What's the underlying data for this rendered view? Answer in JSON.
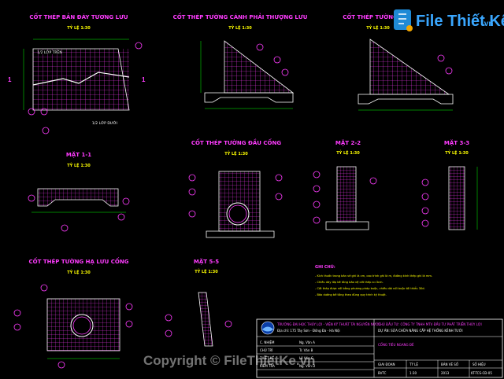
{
  "sections": {
    "s1": {
      "title": "CỐT THÉP BẢN ĐÁY TƯƠNG LƯU",
      "scale": "TỶ LỆ 1:30",
      "label_top": "1/2 LỚP TRÊN",
      "label_bottom": "1/2 LỚP DƯỚI"
    },
    "s2": {
      "title": "CỐT THÉP TƯỜNG CÁNH PHẢI THƯỢNG LƯU",
      "scale": "TỶ LỆ 1:30"
    },
    "s3": {
      "title": "CỐT THÉP TƯỜNG",
      "scale": "TỶ LỆ 1:30"
    },
    "s4": {
      "title": "MẶT 1-1",
      "scale": "TỶ LỆ 1:30"
    },
    "s5": {
      "title": "CỐT THÉP TƯỜNG ĐẦU CỐNG",
      "scale": "TỶ LỆ 1:30"
    },
    "s6": {
      "title": "MẶT 2-2",
      "scale": "TỶ LỆ 1:30"
    },
    "s7": {
      "title": "MẶT 3-3",
      "scale": "TỶ LỆ 1:30"
    },
    "s8": {
      "title": "CỐT THÉP TƯỜNG HẠ LƯU CỐNG",
      "scale": "TỶ LỆ 1:30"
    },
    "s9": {
      "title": "MẶT 5-5",
      "scale": "TỶ LỆ 1:30"
    }
  },
  "section_marks": [
    "1",
    "1"
  ],
  "notes": {
    "title": "GHI CHÚ:",
    "lines": [
      "- Kích thước trong bản vẽ ghi là cm, cao trình ghi là m, đường kính thép ghi là mm.",
      "- Chiều dày lớp bê tông bảo vệ cốt thép a=3cm.",
      "- Cốt thép được nối bằng phương pháp buộc, chiều dài nối buộc tối thiểu 30d.",
      "- Bảo dưỡng bê tông theo đúng quy trình kỹ thuật."
    ]
  },
  "title_block": {
    "org": "TRƯỜNG ĐẠI HỌC THỦY LỢI - VIỆN KỸ THUẬT TÀI NGUYÊN NƯỚC",
    "address": "Địa chỉ: 175 Tây Sơn - Đống Đa - Hà Nội",
    "project": "CHỦ ĐẦU TƯ: CÔNG TY TNHH MTV ĐẦU TƯ PHÁT TRIỂN THỦY LỢI",
    "subproject": "DỰ ÁN: SỬA CHỮA NÂNG CẤP HỆ THỐNG KÊNH TƯỚI",
    "drawing": "CỐNG TIÊU NGANG ĐÊ",
    "rows": [
      {
        "role": "C. NHIỆM",
        "name": "Ng. Văn A"
      },
      {
        "role": "CHỦ TRÌ",
        "name": "Tr. Văn B"
      },
      {
        "role": "THIẾT KẾ",
        "name": "Lê Văn C"
      },
      {
        "role": "KIỂM TRA",
        "name": "Ng. Văn D"
      }
    ],
    "meta_labels": [
      "GIAI ĐOẠN",
      "TỶ LỆ",
      "BẢN VẼ SỐ",
      "SỐ HIỆU"
    ],
    "meta_values": [
      "BVTC",
      "1:30",
      "2013",
      "KT-TCS-CĐ-05"
    ]
  },
  "watermark": {
    "logo": "File Thiết Kế",
    "domain": ".vn",
    "copyright": "Copyright © FileThietKe.vn"
  },
  "colors": {
    "rebar": "#ff3cff",
    "outline": "#ffffff",
    "dim": "#00ff00",
    "bubble": "#ff3cff",
    "title": "#ff3cff",
    "accent": "#ffff00"
  }
}
